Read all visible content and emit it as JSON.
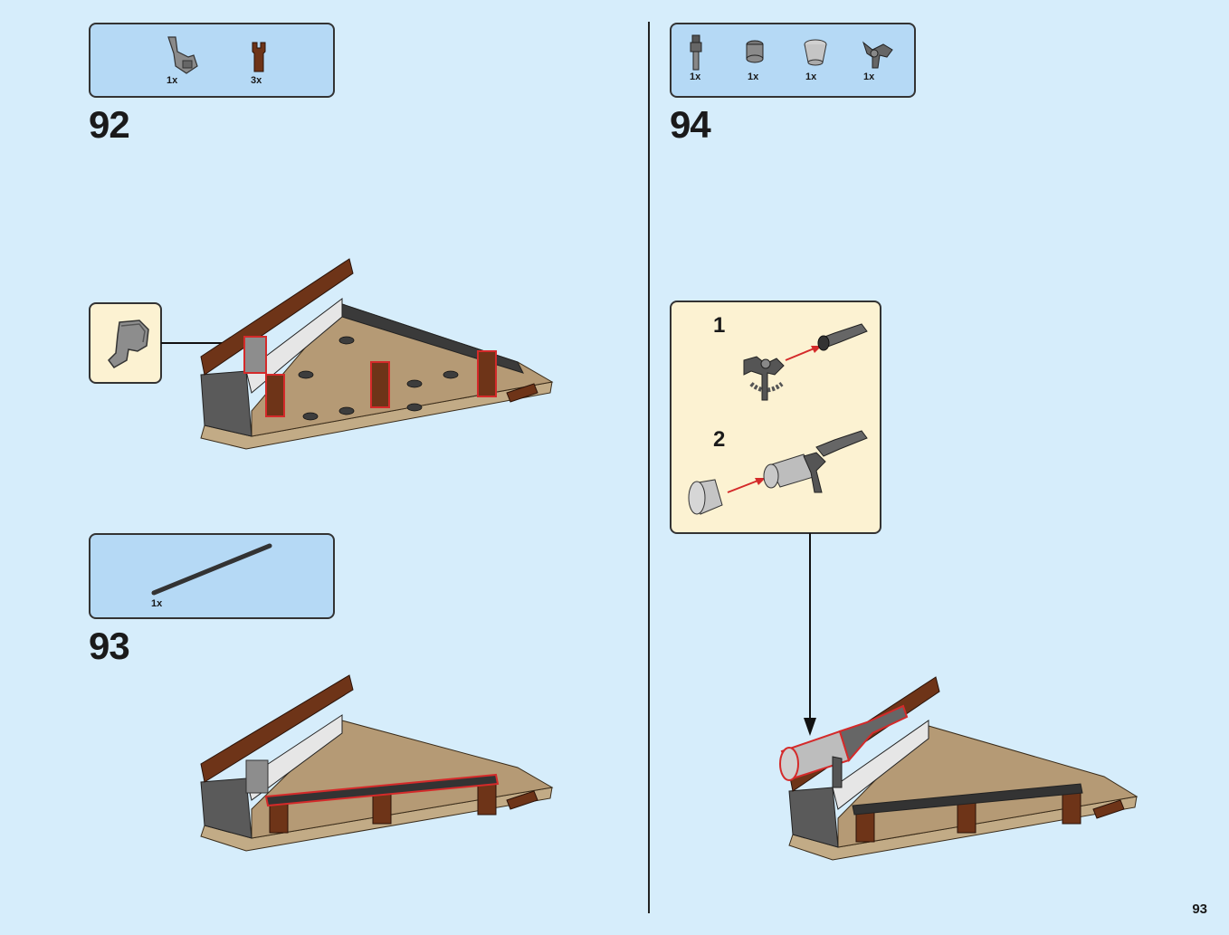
{
  "page": {
    "number": "93"
  },
  "step92": {
    "number": "92",
    "parts": [
      {
        "icon": "gray-clip-bracket-icon",
        "qty": "1x"
      },
      {
        "icon": "brown-post-icon",
        "qty": "3x"
      }
    ]
  },
  "step93": {
    "number": "93",
    "parts": [
      {
        "icon": "black-bar-icon",
        "qty": "1x"
      }
    ]
  },
  "step94": {
    "number": "94",
    "parts": [
      {
        "icon": "gray-barrel-icon",
        "qty": "1x"
      },
      {
        "icon": "gray-round-brick-icon",
        "qty": "1x"
      },
      {
        "icon": "light-gray-cone-icon",
        "qty": "1x"
      },
      {
        "icon": "gray-gun-mount-icon",
        "qty": "1x"
      }
    ],
    "substeps": [
      "1",
      "2"
    ]
  },
  "colors": {
    "background": "#d6edfb",
    "parts_box": "#b5d9f5",
    "callout": "#fcf2d2",
    "highlight": "#d42a2a",
    "brick_brown": "#6e3418",
    "base_tan": "#c2ab86",
    "dark_gray": "#555555"
  }
}
